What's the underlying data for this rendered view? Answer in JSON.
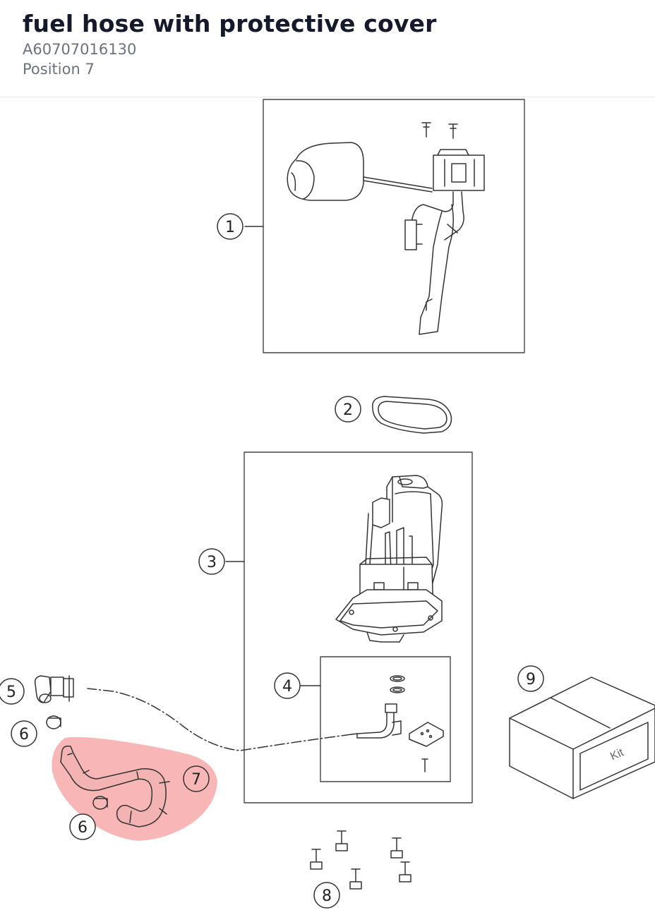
{
  "header": {
    "title": "fuel hose with protective cover",
    "part_number": "A60707016130",
    "position": "Position 7"
  },
  "highlight_color": "#f7a9a9",
  "callouts": [
    "1",
    "2",
    "3",
    "4",
    "5",
    "6",
    "7",
    "6",
    "8",
    "9"
  ],
  "kit_label": "Kit"
}
